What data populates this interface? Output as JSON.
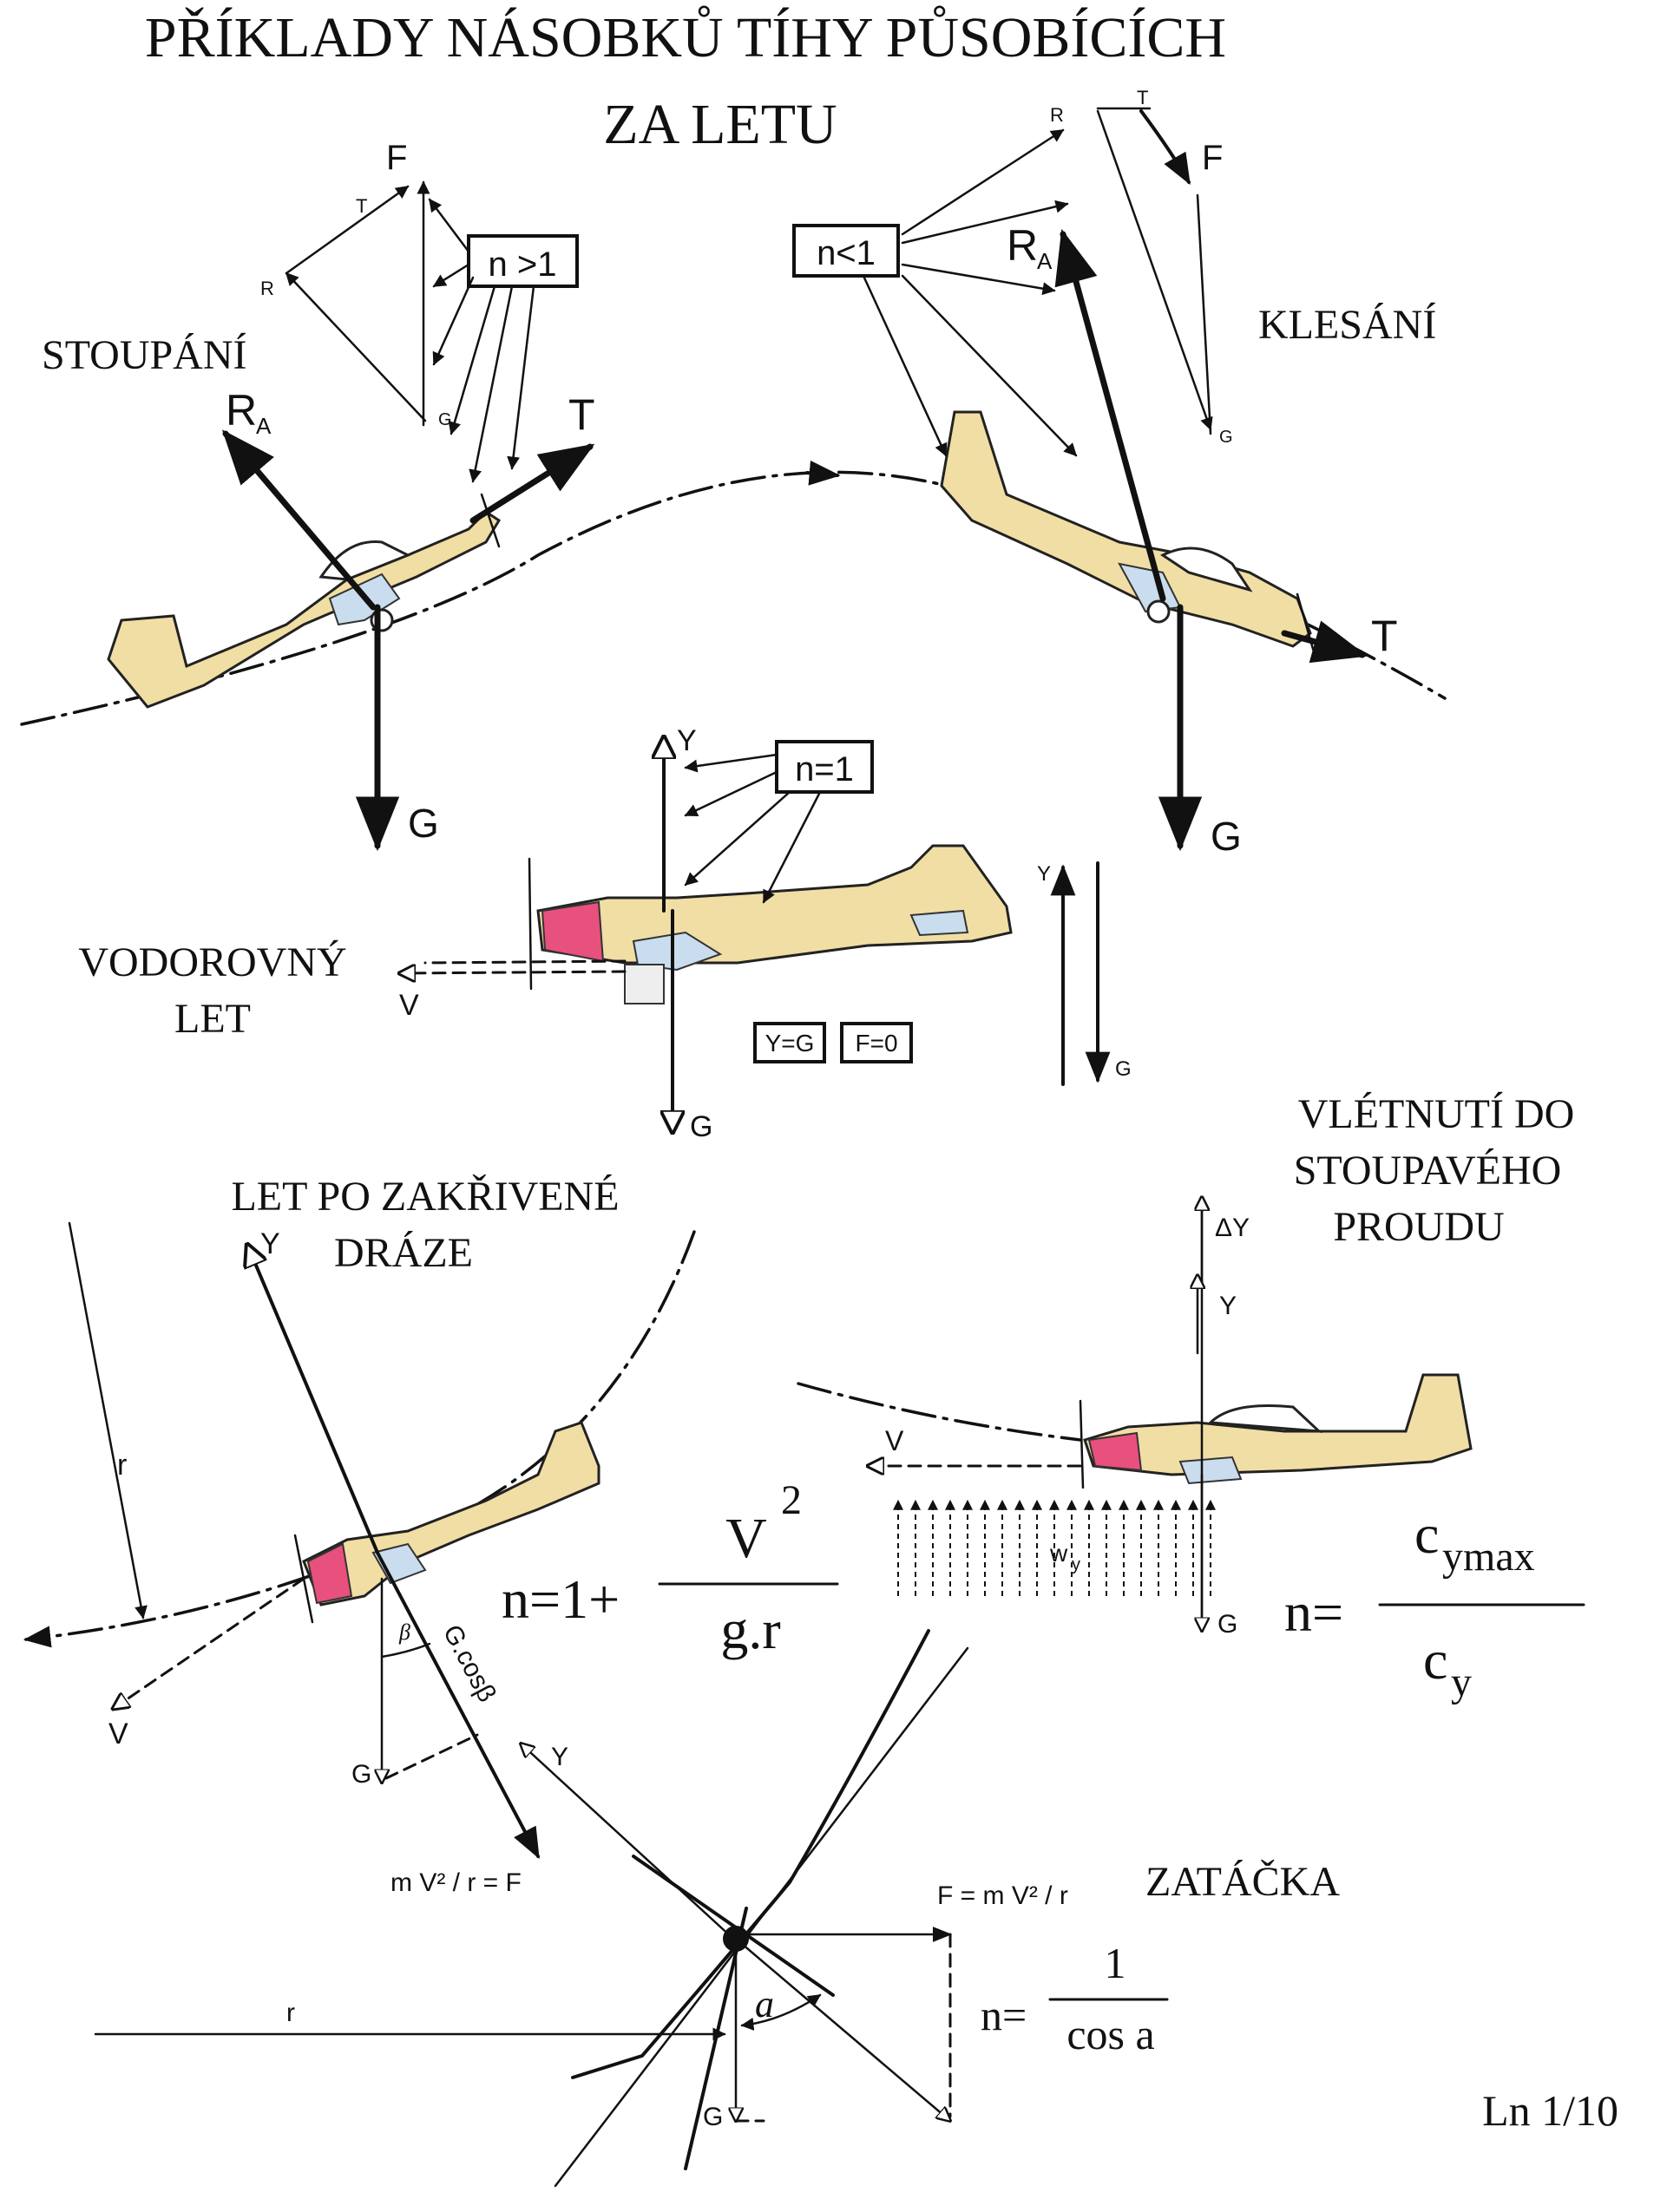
{
  "title": {
    "line1": "PŘÍKLADY  NÁSOBKŮ  TÍHY  PŮSOBÍCÍCH",
    "line2": "ZA  LETU"
  },
  "panels": {
    "climb": {
      "label": "STOUPÁNÍ",
      "box": "n >1",
      "vectors": {
        "ra": "R",
        "ra_sub": "A",
        "t": "T",
        "g": "G",
        "f": "F",
        "small_t": "T",
        "small_ra": "R",
        "small_g": "G"
      }
    },
    "descent": {
      "label": "KLESÁNÍ",
      "box": "n<1",
      "vectors": {
        "ra": "R",
        "ra_sub": "A",
        "t": "T",
        "g": "G",
        "f": "F",
        "small_t": "T",
        "small_ra": "R",
        "small_g": "G"
      }
    },
    "level": {
      "label_line1": "VODOROVNÝ",
      "label_line2": "LET",
      "box": "n=1",
      "vectors": {
        "y": "Y",
        "g": "G",
        "v": "V",
        "small_y": "Y",
        "small_g": "G"
      },
      "eq1": "Y=G",
      "eq2": "F=0"
    },
    "curved": {
      "label_line1": "LET PO ZAKŘIVENÉ",
      "label_line2": "DRÁZE",
      "vectors": {
        "y": "Y",
        "v": "V",
        "r": "r",
        "g": "G",
        "beta": "β",
        "gcos": "G.cosβ",
        "mv2r": "m V² / r = F"
      },
      "formula": {
        "lhs": "n=1+",
        "num": "V",
        "sup": "2",
        "den": "g.r"
      }
    },
    "gust": {
      "label_line1": "VLÉTNUTÍ  DO",
      "label_line2": "STOUPAVÉHO",
      "label_line3": "PROUDU",
      "vectors": {
        "dy": "ΔY",
        "y": "Y",
        "v": "V",
        "g": "G",
        "wy": "w",
        "wy_sub": "y"
      },
      "formula": {
        "lhs": "n=",
        "num": "c",
        "num_sub": "ymax",
        "den": "c",
        "den_sub": "y"
      }
    },
    "turn": {
      "label": "ZATÁČKA",
      "vectors": {
        "y": "Y",
        "g": "G",
        "r": "r",
        "a": "a",
        "f": "F = m V² / r"
      },
      "formula": {
        "lhs": "n=",
        "num": "1",
        "den": "cos a"
      }
    }
  },
  "page_ref": "Ln 1/10",
  "colors": {
    "fuselage": "#f1dea4",
    "blue_shading": "#c9ddee",
    "nose_pink": "#e8507e",
    "ink": "#111111"
  }
}
